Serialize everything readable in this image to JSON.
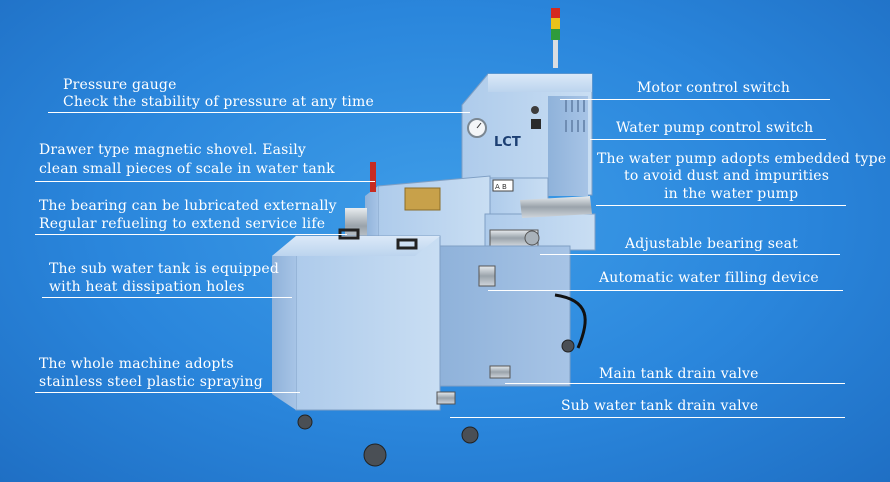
{
  "annotations_left": {
    "pressure_gauge": {
      "title": "Pressure gauge",
      "text": "Check the stability of pressure at any time"
    },
    "drawer_shovel": {
      "line1": "Drawer type magnetic shovel.  Easily",
      "line2": "clean small pieces of scale in water tank"
    },
    "bearing": {
      "line1": "The bearing can be lubricated externally",
      "line2": "Regular refueling to extend service life"
    },
    "sub_tank": {
      "line1": "The sub water tank is equipped",
      "line2": "with heat dissipation holes"
    },
    "whole_machine": {
      "line1": "The whole machine adopts",
      "line2": "stainless steel plastic spraying"
    }
  },
  "annotations_right": {
    "motor_switch": "Motor control switch",
    "pump_switch": "Water pump control switch",
    "pump_embedded": {
      "line1": "The water pump adopts embedded type",
      "line2": "to avoid dust and impurities",
      "line3": "in the water pump"
    },
    "bearing_seat": "Adjustable bearing seat",
    "water_filling": "Automatic water filling device",
    "main_drain": "Main tank drain valve",
    "sub_drain": "Sub water tank drain valve"
  },
  "machine": {
    "brand_logo": "LCT",
    "plate_text": "A B"
  }
}
